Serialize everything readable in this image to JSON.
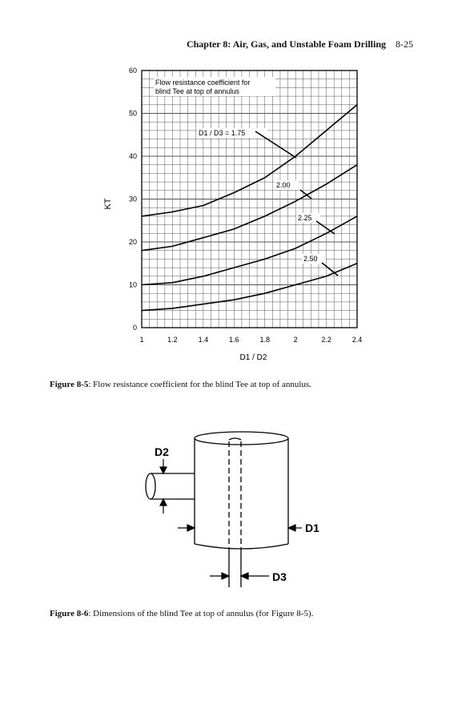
{
  "header": {
    "chapter_title": "Chapter 8: Air, Gas, and Unstable Foam Drilling",
    "page_number": "8-25"
  },
  "chart_data": {
    "type": "line",
    "title_lines": [
      "Flow resistance coefficient for",
      "blind Tee at top of annulus"
    ],
    "xlabel": "D1 / D2",
    "ylabel": "KT",
    "xlim": [
      1.0,
      2.4
    ],
    "ylim": [
      0,
      60
    ],
    "x_ticks": [
      "1",
      "1.2",
      "1.4",
      "1.6",
      "1.8",
      "2",
      "2.2",
      "2.4"
    ],
    "y_ticks": [
      "0",
      "10",
      "20",
      "30",
      "40",
      "50",
      "60"
    ],
    "grid": true,
    "series": [
      {
        "name": "D1 / D3 = 1.75",
        "x": [
          1.0,
          1.2,
          1.4,
          1.6,
          1.8,
          2.0,
          2.2,
          2.4
        ],
        "y": [
          26.0,
          27.0,
          28.5,
          31.5,
          35.0,
          40.0,
          46.0,
          52.0
        ]
      },
      {
        "name": "2.00",
        "x": [
          1.0,
          1.2,
          1.4,
          1.6,
          1.8,
          2.0,
          2.2,
          2.4
        ],
        "y": [
          18.0,
          19.0,
          21.0,
          23.0,
          26.0,
          29.5,
          33.5,
          38.0
        ]
      },
      {
        "name": "2.25",
        "x": [
          1.0,
          1.2,
          1.4,
          1.6,
          1.8,
          2.0,
          2.2,
          2.4
        ],
        "y": [
          10.0,
          10.5,
          12.0,
          14.0,
          16.0,
          18.5,
          22.0,
          26.0
        ]
      },
      {
        "name": "2.50",
        "x": [
          1.0,
          1.2,
          1.4,
          1.6,
          1.8,
          2.0,
          2.2,
          2.4
        ],
        "y": [
          4.0,
          4.5,
          5.5,
          6.5,
          8.0,
          10.0,
          12.0,
          15.0
        ]
      }
    ]
  },
  "captions": {
    "fig5_label": "Figure 8-5",
    "fig5_text": ": Flow resistance coefficient for the blind Tee at top of annulus.",
    "fig6_label": "Figure 8-6",
    "fig6_text": ": Dimensions of the blind Tee at top of annulus (for Figure 8-5)."
  },
  "diagram": {
    "label_d2": "D2",
    "label_d1": "D1",
    "label_d3": "D3"
  }
}
